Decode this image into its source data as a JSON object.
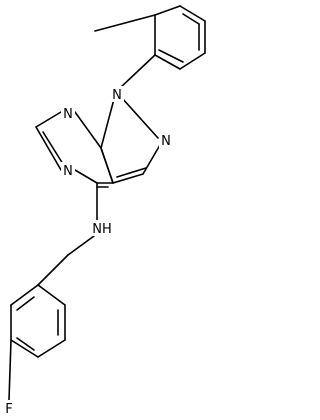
{
  "molecule": {
    "atom_labels": {
      "n_aryl": "N",
      "n_pyrazole": "N",
      "n_pyrimidine_top": "N",
      "n_pyrimidine_bottom": "N",
      "n_amine": "N",
      "h_amine": "H",
      "fluorine": "F"
    }
  }
}
